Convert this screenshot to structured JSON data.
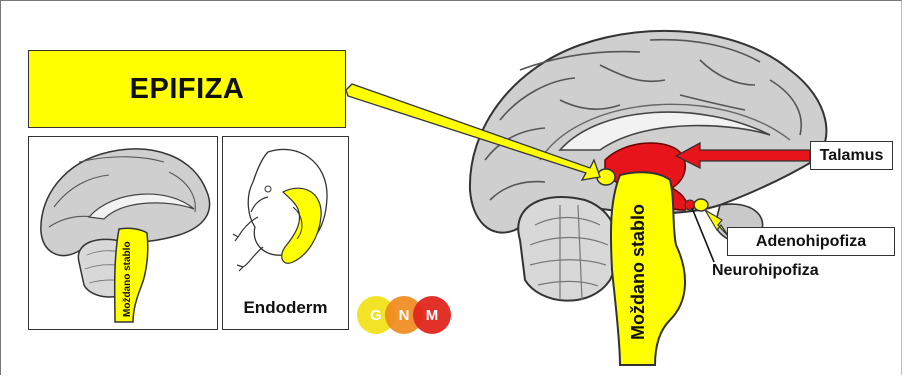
{
  "title": "EPIFIZA",
  "labels": {
    "talamus": "Talamus",
    "adenohipofiza": "Adenohipofiza",
    "neurohipofiza": "Neurohipofiza",
    "mozdano_stablo": "Moždano stablo",
    "mozdano_stablo_small": "Moždano stablo",
    "endoderm": "Endoderm"
  },
  "logo": {
    "letters": [
      "G",
      "N",
      "M"
    ],
    "colors": [
      "#f2e21b",
      "#f08a1d",
      "#e0261d"
    ]
  },
  "colors": {
    "highlight_yellow": "#ffff00",
    "thalamus_red": "#e8141c",
    "brain_gray": "#c9c9c9"
  }
}
